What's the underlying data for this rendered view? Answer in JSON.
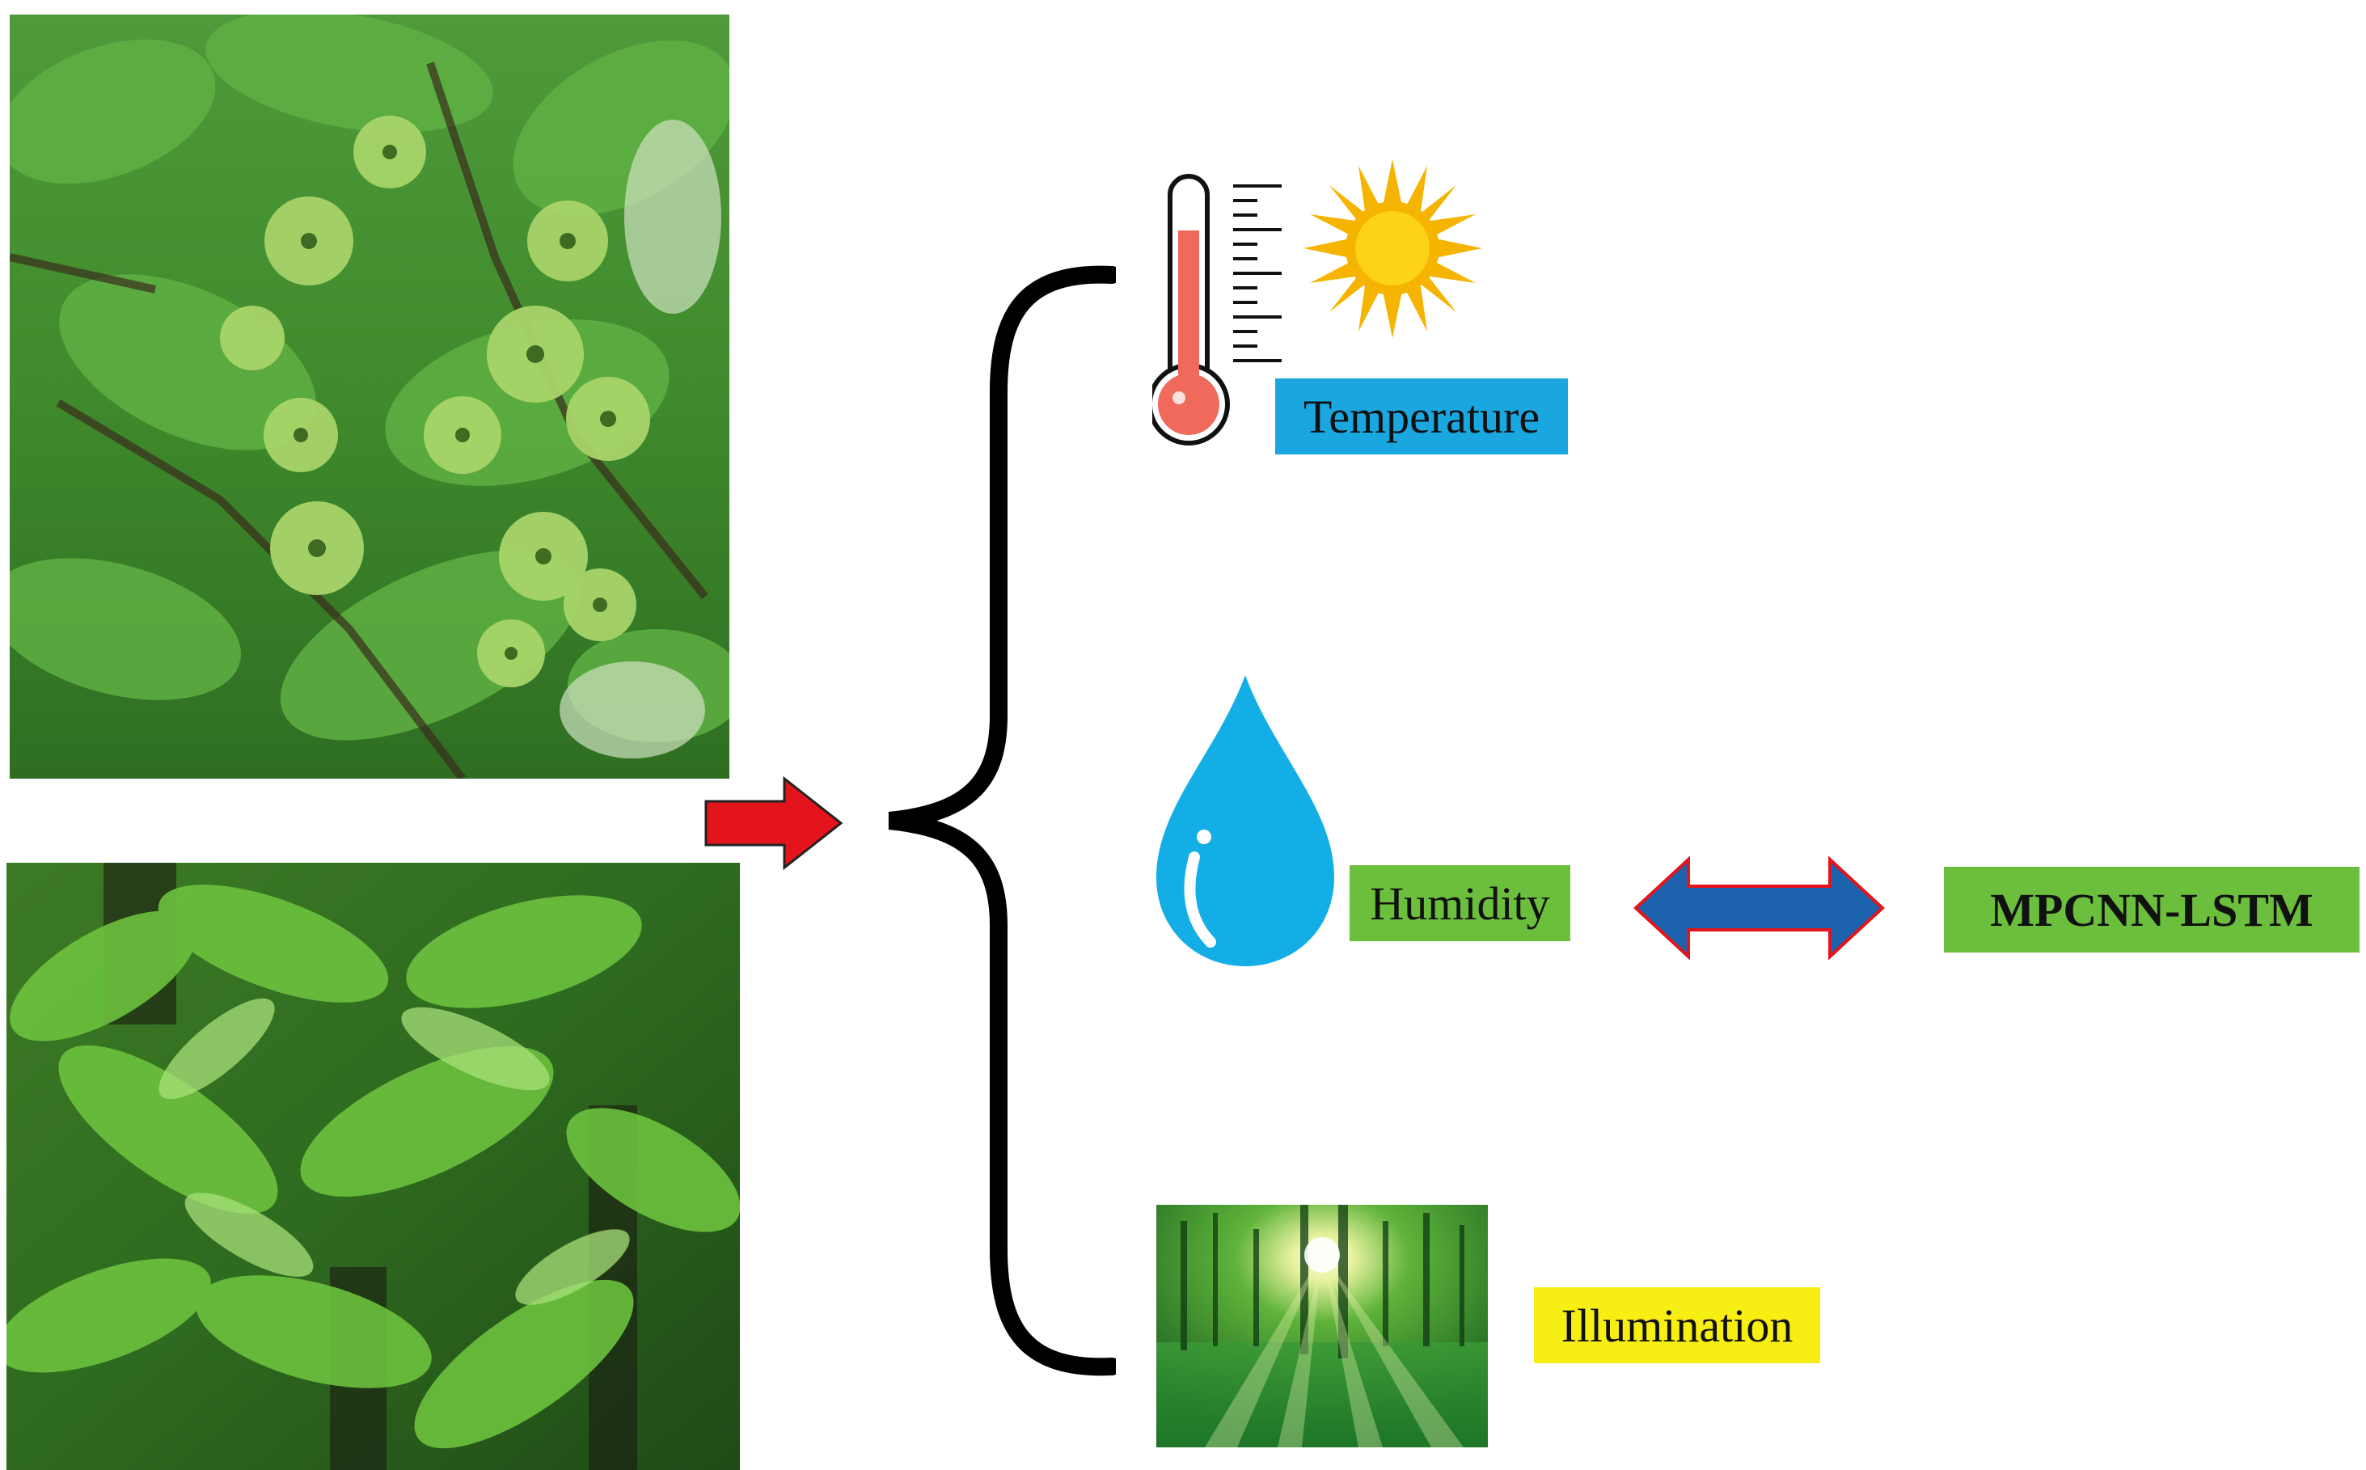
{
  "factors": {
    "temperature": {
      "label": "Temperature",
      "color": "#1aa7e0"
    },
    "humidity": {
      "label": "Humidity",
      "color": "#6cbf3c"
    },
    "illumination": {
      "label": "Illumination",
      "color": "#f7ee13"
    }
  },
  "model": {
    "label": "MPCNN-LSTM",
    "color": "#6cbf3c"
  },
  "icons": {
    "thermometer": "thermometer-icon",
    "sun": "sun-icon",
    "water_drop": "water-drop-icon",
    "forest_sunlight": "forest-sunlight-image"
  },
  "arrows": {
    "input_arrow_color": "#e3141b",
    "double_arrow_fill": "#1c62ad",
    "double_arrow_stroke": "#e3141b"
  },
  "brace_color": "#000000"
}
